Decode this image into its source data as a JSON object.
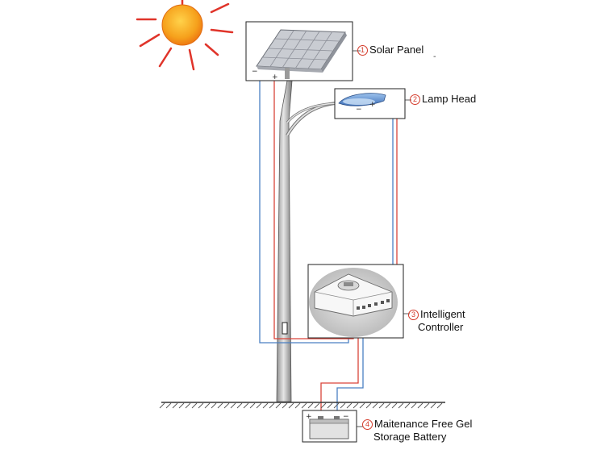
{
  "components": [
    {
      "number": "1",
      "name": "Solar Panel"
    },
    {
      "number": "2",
      "name": "Lamp Head"
    },
    {
      "number": "3",
      "name": "Intelligent",
      "name_line2": "Controller"
    },
    {
      "number": "4",
      "name": "Maitenance Free Gel",
      "name_line2": "Storage Battery"
    }
  ],
  "polarity": {
    "positive": "+",
    "negative": "−"
  },
  "colors": {
    "positive_wire": "#d9443a",
    "negative_wire": "#4a7fc2",
    "sun": "#f6a11c",
    "sun_rays": "#e0342a",
    "number_marker": "#d43a2a"
  },
  "icons": [
    "sun-icon",
    "solar-panel-icon",
    "lamp-head-icon",
    "controller-icon",
    "battery-icon",
    "pole-icon",
    "ground-icon"
  ]
}
